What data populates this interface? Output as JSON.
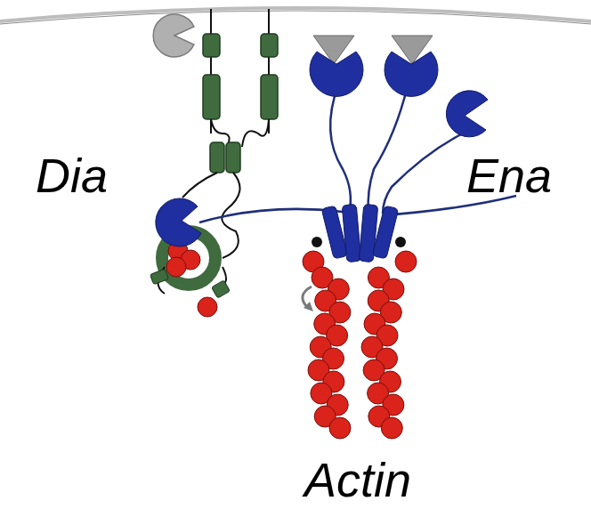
{
  "diagram": {
    "labels": [
      "Dia",
      "Ena",
      "Actin"
    ]
  }
}
